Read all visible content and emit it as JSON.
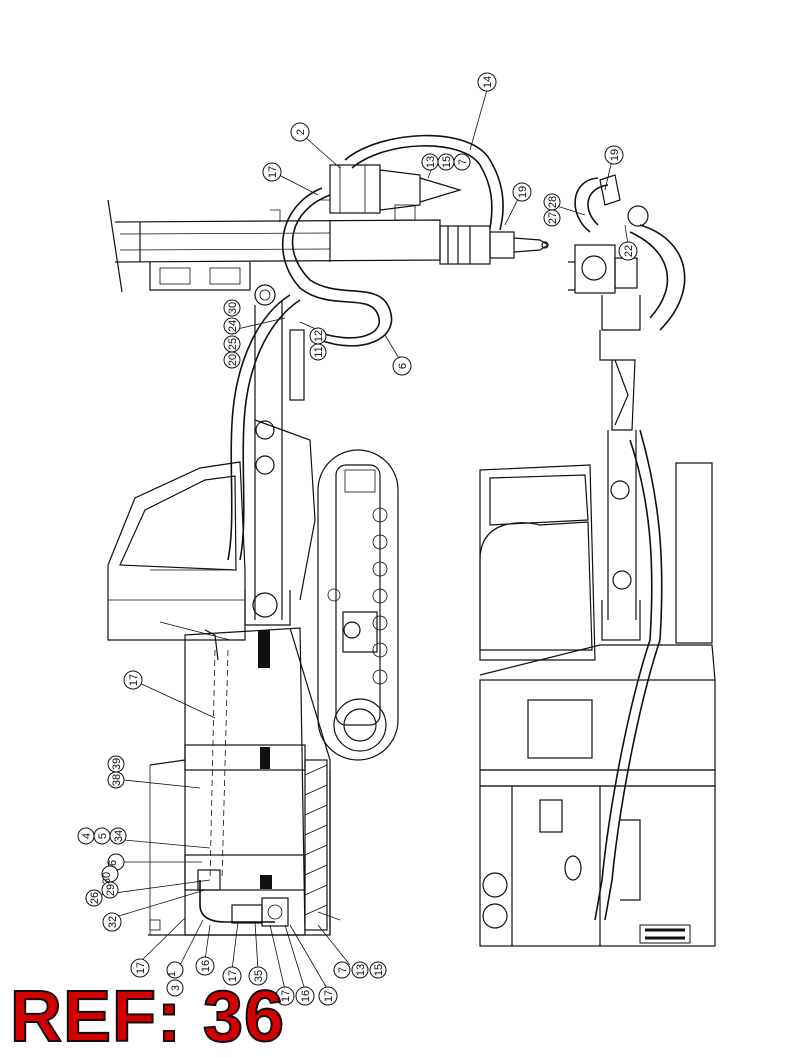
{
  "ref_label": "REF: 36",
  "colors": {
    "ref_fill": "#d40000",
    "ref_outline": "#111111",
    "line": "#111111"
  },
  "callouts": [
    {
      "id": "c14",
      "label": "14"
    },
    {
      "id": "c2",
      "label": "2"
    },
    {
      "id": "c13a",
      "label": "13"
    },
    {
      "id": "c15a",
      "label": "15"
    },
    {
      "id": "c7a",
      "label": "7"
    },
    {
      "id": "c17a",
      "label": "17"
    },
    {
      "id": "c19a",
      "label": "19"
    },
    {
      "id": "c19b",
      "label": "19"
    },
    {
      "id": "c27",
      "label": "27"
    },
    {
      "id": "c28",
      "label": "28"
    },
    {
      "id": "c22",
      "label": "22"
    },
    {
      "id": "c30a",
      "label": "30"
    },
    {
      "id": "c24",
      "label": "24"
    },
    {
      "id": "c25",
      "label": "25"
    },
    {
      "id": "c20",
      "label": "20"
    },
    {
      "id": "c11",
      "label": "11"
    },
    {
      "id": "c12",
      "label": "12"
    },
    {
      "id": "c6",
      "label": "6"
    },
    {
      "id": "c17b",
      "label": "17"
    },
    {
      "id": "c38",
      "label": "38"
    },
    {
      "id": "c39",
      "label": "39"
    },
    {
      "id": "c4",
      "label": "4"
    },
    {
      "id": "c5",
      "label": "5"
    },
    {
      "id": "c34",
      "label": "34"
    },
    {
      "id": "c36",
      "label": "36"
    },
    {
      "id": "c26",
      "label": "26"
    },
    {
      "id": "c29",
      "label": "29"
    },
    {
      "id": "c30b",
      "label": "30"
    },
    {
      "id": "c32",
      "label": "32"
    },
    {
      "id": "c17c",
      "label": "17"
    },
    {
      "id": "c3",
      "label": "3"
    },
    {
      "id": "c1",
      "label": "1"
    },
    {
      "id": "c16a",
      "label": "16"
    },
    {
      "id": "c17d",
      "label": "17"
    },
    {
      "id": "c35",
      "label": "35"
    },
    {
      "id": "c17e",
      "label": "17"
    },
    {
      "id": "c16b",
      "label": "16"
    },
    {
      "id": "c17f",
      "label": "17"
    },
    {
      "id": "c7b",
      "label": "7"
    },
    {
      "id": "c13b",
      "label": "13"
    },
    {
      "id": "c15b",
      "label": "15"
    }
  ]
}
